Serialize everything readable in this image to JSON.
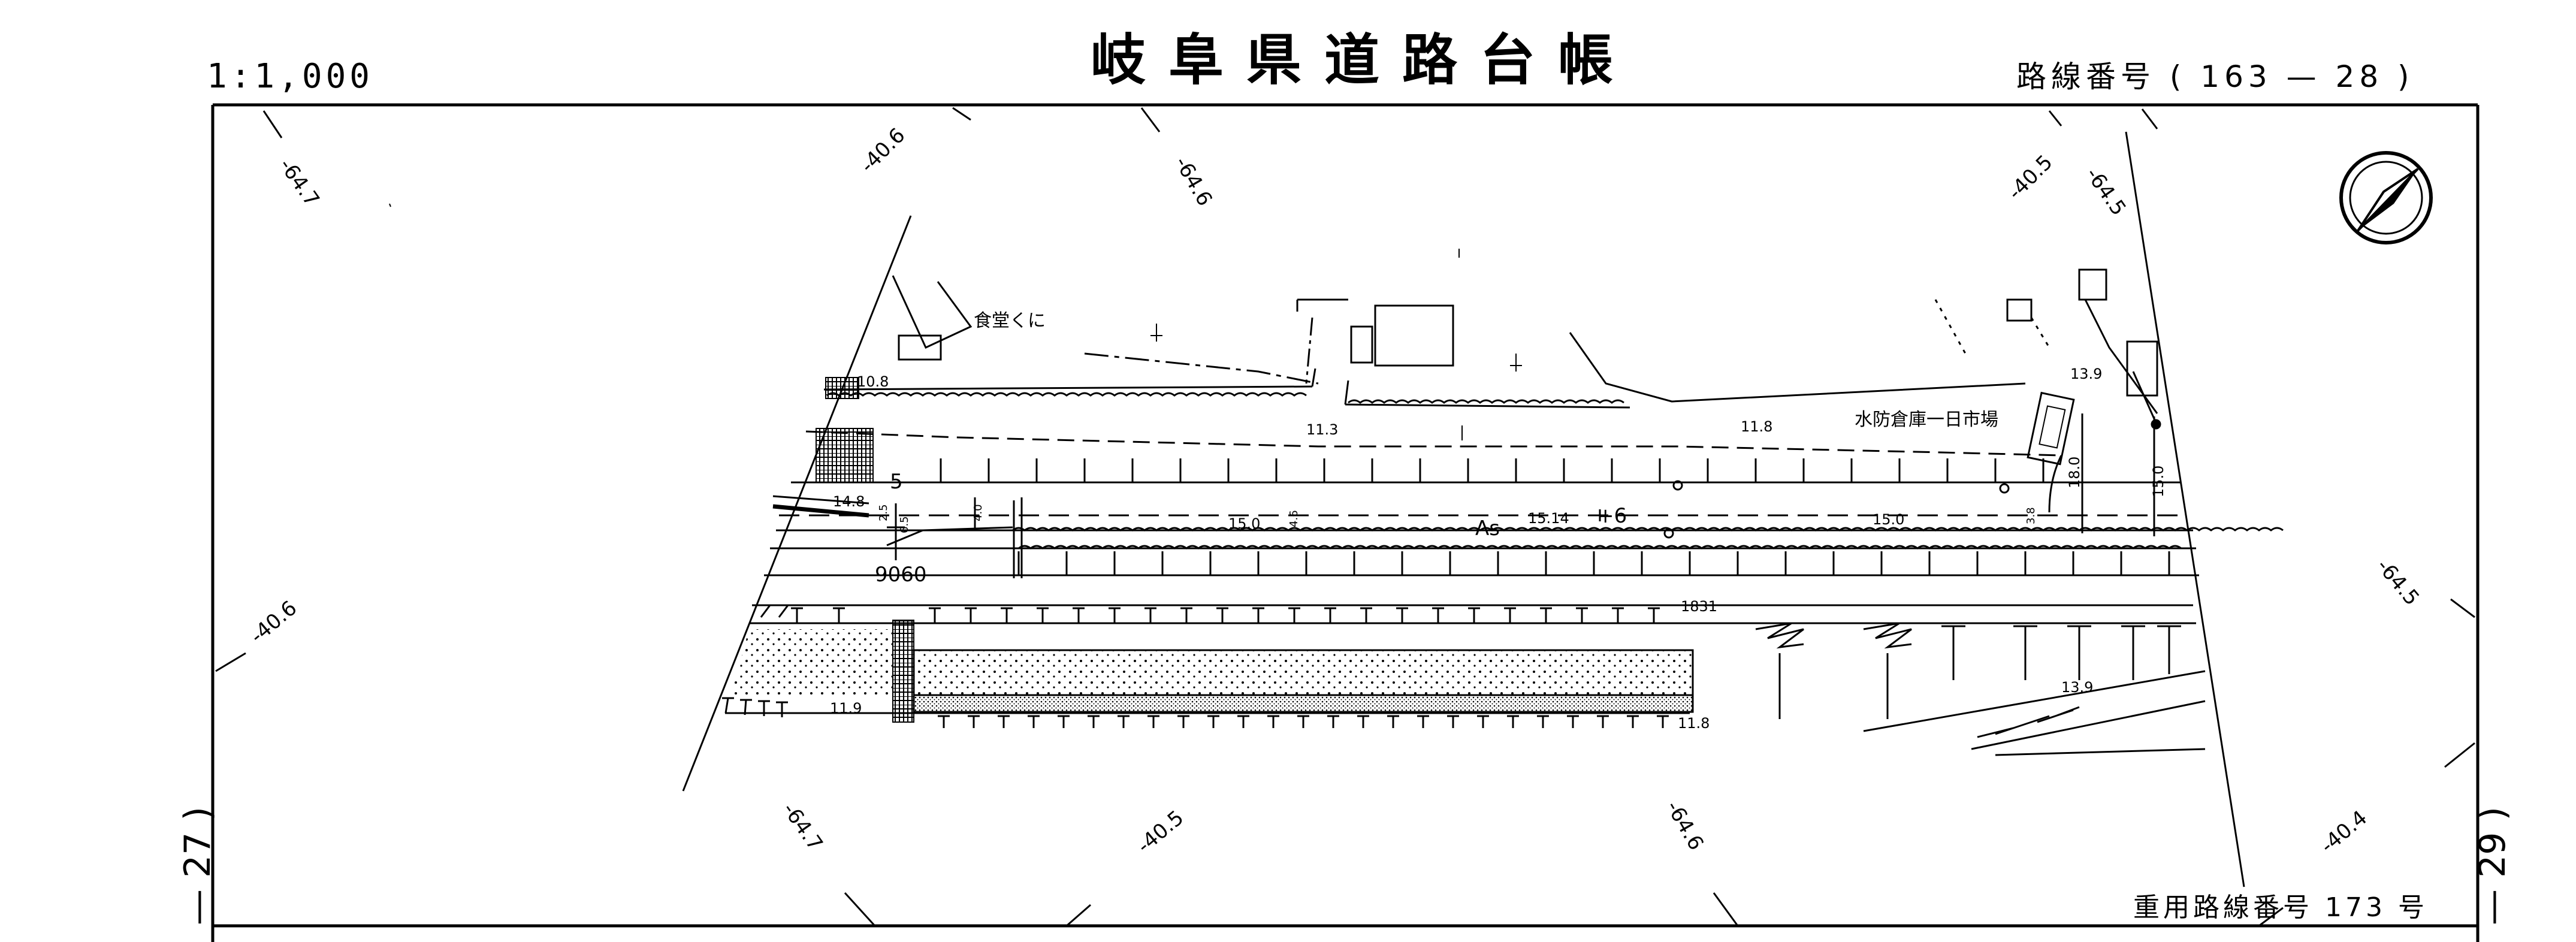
{
  "header": {
    "title": "岐阜県道路台帳",
    "scale": "1:1,000",
    "route_number": "路線番号 ( 163 — 28 )"
  },
  "footer": {
    "shared_route_number": "重用路線番号 173 号"
  },
  "sheet_refs": {
    "left": "— 27 )",
    "right": "— 29 )"
  },
  "north_arrow": {
    "icon": "north-arrow-icon"
  },
  "grid_labels": [
    "-64.7",
    "-40.6",
    "-64.6",
    "-40.5",
    "-64.5",
    "-40.6",
    "-64.5",
    "-64.7",
    "-40.5",
    "-64.6",
    "-40.4"
  ],
  "place_labels": {
    "restaurant": "食堂くに",
    "warehouse_market": "水防倉庫一日市場"
  },
  "road_labels": {
    "surface": "As",
    "station_5": "5",
    "station_6": "+6",
    "point_9060": "9060"
  },
  "measurements": {
    "m_10_8": "10.8",
    "m_11_3": "11.3",
    "m_11_8_top": "11.8",
    "m_13_9_top": "13.9",
    "m_14_8": "14.8",
    "m_2_5": "2.5",
    "m_6_5": "6.5",
    "m_4_0": "4.0",
    "m_15_0_left": "15.0",
    "m_4_6": "4.6",
    "m_15_14": "15.14",
    "m_15_0_right": "15.0",
    "m_3_8": "3.8",
    "m_18_0": "18.0",
    "m_15_0_vertical": "15.0",
    "m_1831": "1831",
    "m_13_9_bottom": "13.9",
    "m_11_9": "11.9",
    "m_11_8_bottom": "11.8"
  }
}
